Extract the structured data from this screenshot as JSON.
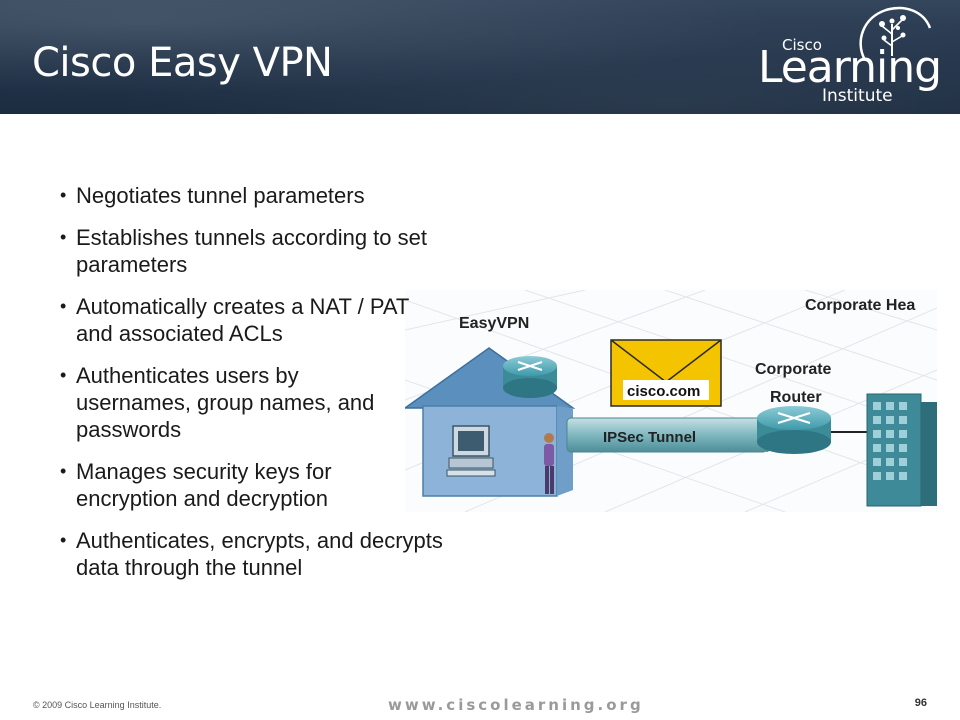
{
  "slide": {
    "title": "Cisco Easy VPN",
    "bullets": [
      "Negotiates tunnel parameters",
      "Establishes tunnels according to set parameters",
      "Automatically creates a NAT / PAT and associated ACLs",
      "Authenticates users by usernames, group names, and passwords",
      "Manages security keys for encryption and decryption",
      "Authenticates, encrypts, and decrypts data through the tunnel"
    ]
  },
  "logo": {
    "cisco": "Cisco",
    "learning": "Learning",
    "institute": "Institute"
  },
  "diagram": {
    "easyvpn_label": "EasyVPN",
    "corporate_hq_label": "Corporate Hea",
    "corporate_router_line1": "Corporate",
    "corporate_router_line2": "Router",
    "envelope_text": "cisco.com",
    "tunnel_label": "IPSec Tunnel"
  },
  "footer": {
    "copyright": "© 2009 Cisco Learning Institute.",
    "url": "www.ciscolearning.org",
    "page": "96"
  },
  "colors": {
    "header_bg": "#23344a",
    "router_teal": "#2f8a98",
    "envelope_yellow": "#f5c400",
    "house_blue": "#6f9fc8"
  }
}
